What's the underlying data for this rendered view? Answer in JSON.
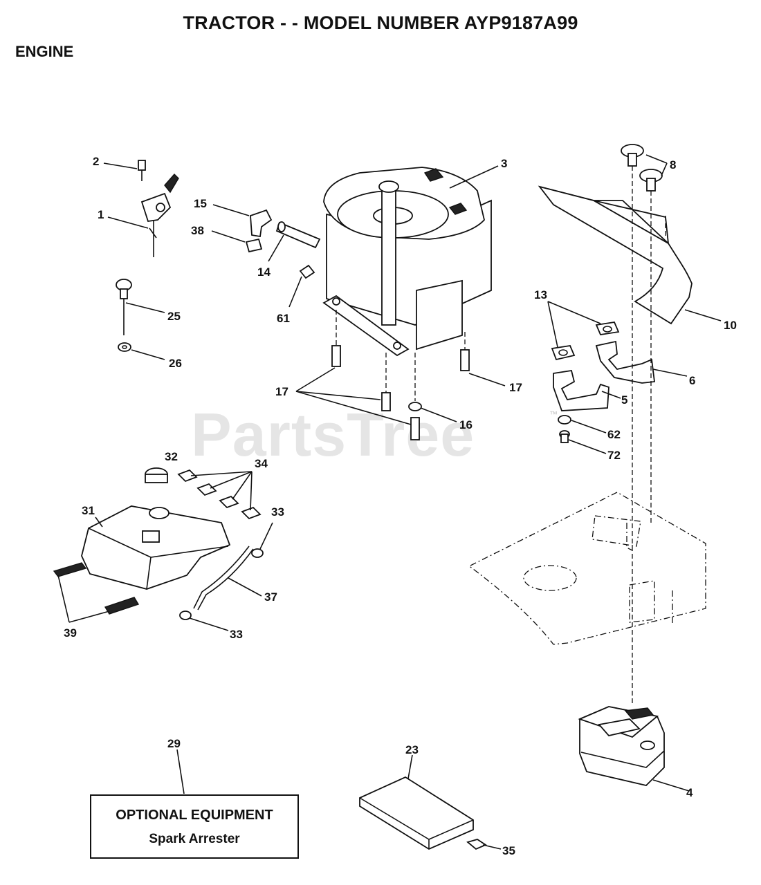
{
  "header": {
    "title": "TRACTOR - - MODEL NUMBER AYP9187A99",
    "section": "ENGINE"
  },
  "watermark": {
    "text": "PartsTree",
    "tm": "™"
  },
  "optional_equipment": {
    "title": "OPTIONAL EQUIPMENT",
    "item": "Spark Arrester"
  },
  "callouts": [
    {
      "id": "c1",
      "label": "1"
    },
    {
      "id": "c2",
      "label": "2"
    },
    {
      "id": "c3",
      "label": "3"
    },
    {
      "id": "c4",
      "label": "4"
    },
    {
      "id": "c5",
      "label": "5"
    },
    {
      "id": "c6",
      "label": "6"
    },
    {
      "id": "c8",
      "label": "8"
    },
    {
      "id": "c10",
      "label": "10"
    },
    {
      "id": "c13",
      "label": "13"
    },
    {
      "id": "c14",
      "label": "14"
    },
    {
      "id": "c15",
      "label": "15"
    },
    {
      "id": "c16",
      "label": "16"
    },
    {
      "id": "c17a",
      "label": "17"
    },
    {
      "id": "c17b",
      "label": "17"
    },
    {
      "id": "c23",
      "label": "23"
    },
    {
      "id": "c25",
      "label": "25"
    },
    {
      "id": "c26",
      "label": "26"
    },
    {
      "id": "c29",
      "label": "29"
    },
    {
      "id": "c31",
      "label": "31"
    },
    {
      "id": "c32",
      "label": "32"
    },
    {
      "id": "c33a",
      "label": "33"
    },
    {
      "id": "c33b",
      "label": "33"
    },
    {
      "id": "c34",
      "label": "34"
    },
    {
      "id": "c35",
      "label": "35"
    },
    {
      "id": "c37",
      "label": "37"
    },
    {
      "id": "c38",
      "label": "38"
    },
    {
      "id": "c39",
      "label": "39"
    },
    {
      "id": "c61",
      "label": "61"
    },
    {
      "id": "c62",
      "label": "62"
    },
    {
      "id": "c72",
      "label": "72"
    }
  ]
}
